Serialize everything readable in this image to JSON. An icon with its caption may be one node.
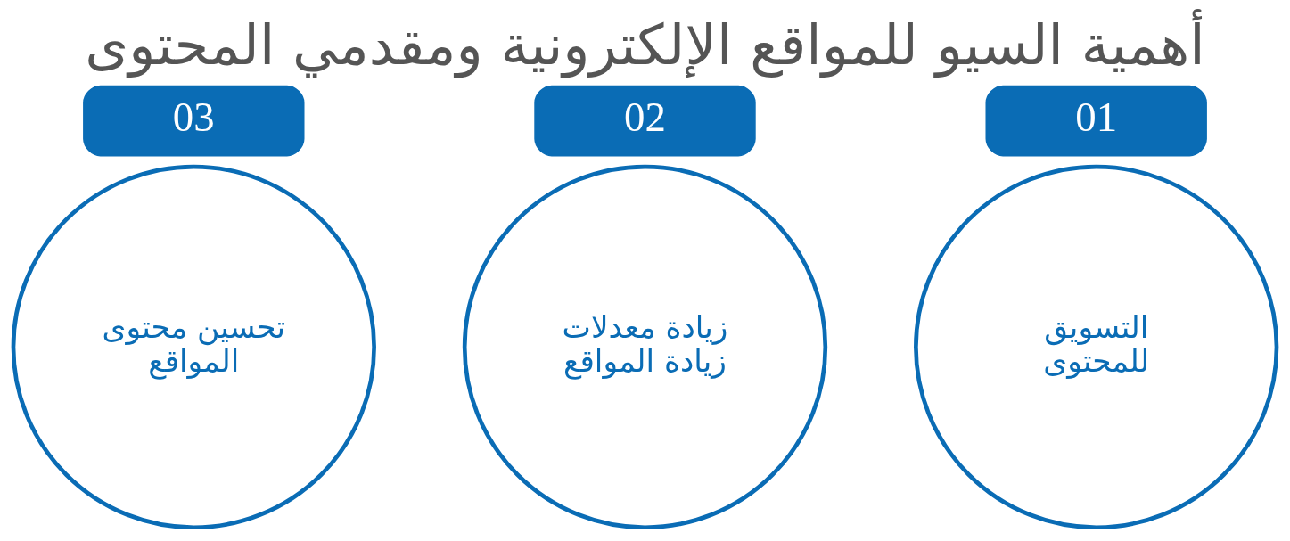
{
  "diagram": {
    "title": "أهمية السيو للمواقع الإلكترونية ومقدمي المحتوى",
    "nodes": [
      {
        "text": [
          "01"
        ]
      },
      {
        "text": [
          "التسويق للمحتوى"
        ]
      },
      {
        "text": [
          "02"
        ]
      },
      {
        "text": [
          "زيادة معدلات زيادة المواقع"
        ]
      },
      {
        "text": [
          "03"
        ]
      },
      {
        "text": [
          "تحسين محتوى المواقع"
        ]
      }
    ],
    "edges": []
  }
}
